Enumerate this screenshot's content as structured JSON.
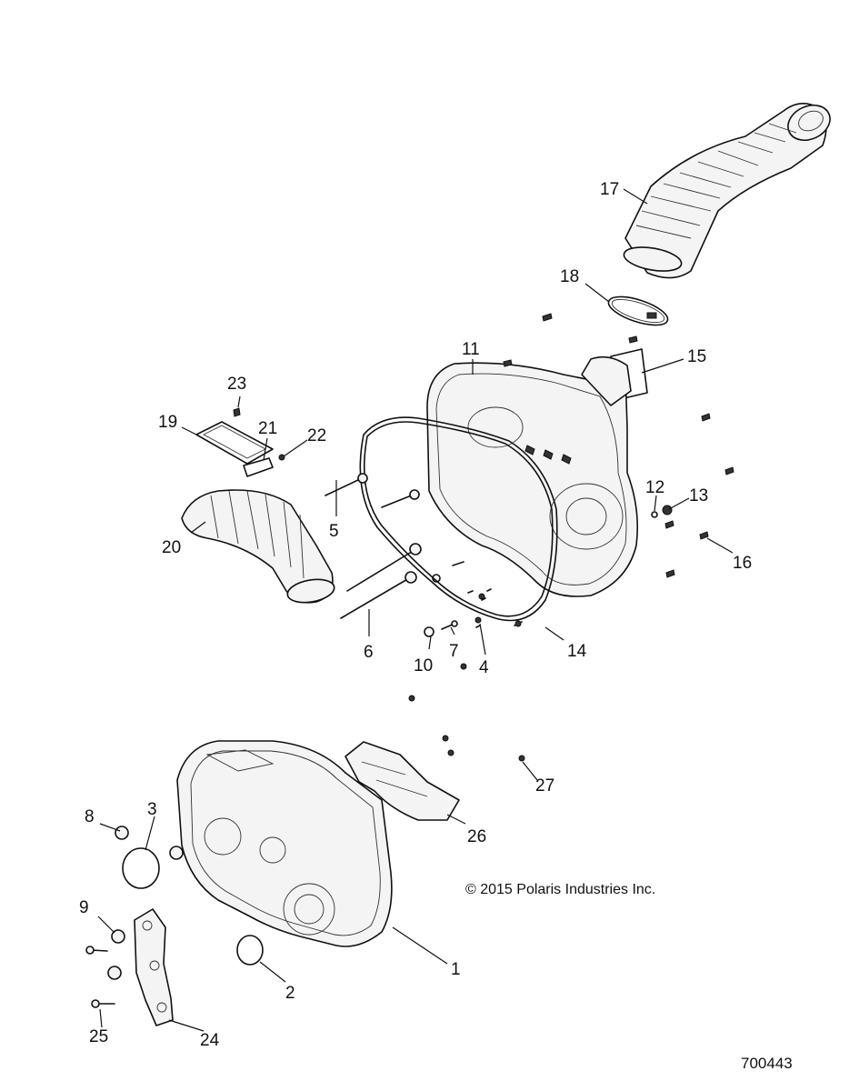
{
  "callouts": {
    "c1": "1",
    "c2": "2",
    "c3": "3",
    "c4": "4",
    "c5": "5",
    "c6": "6",
    "c7": "7",
    "c8": "8",
    "c9": "9",
    "c10": "10",
    "c11": "11",
    "c12": "12",
    "c13": "13",
    "c14": "14",
    "c15": "15",
    "c16": "16",
    "c17": "17",
    "c18": "18",
    "c19": "19",
    "c20": "20",
    "c21": "21",
    "c22": "22",
    "c23": "23",
    "c24": "24",
    "c25": "25",
    "c26": "26",
    "c27": "27"
  },
  "copyright": "© 2015 Polaris Industries Inc.",
  "document_number": "700443"
}
